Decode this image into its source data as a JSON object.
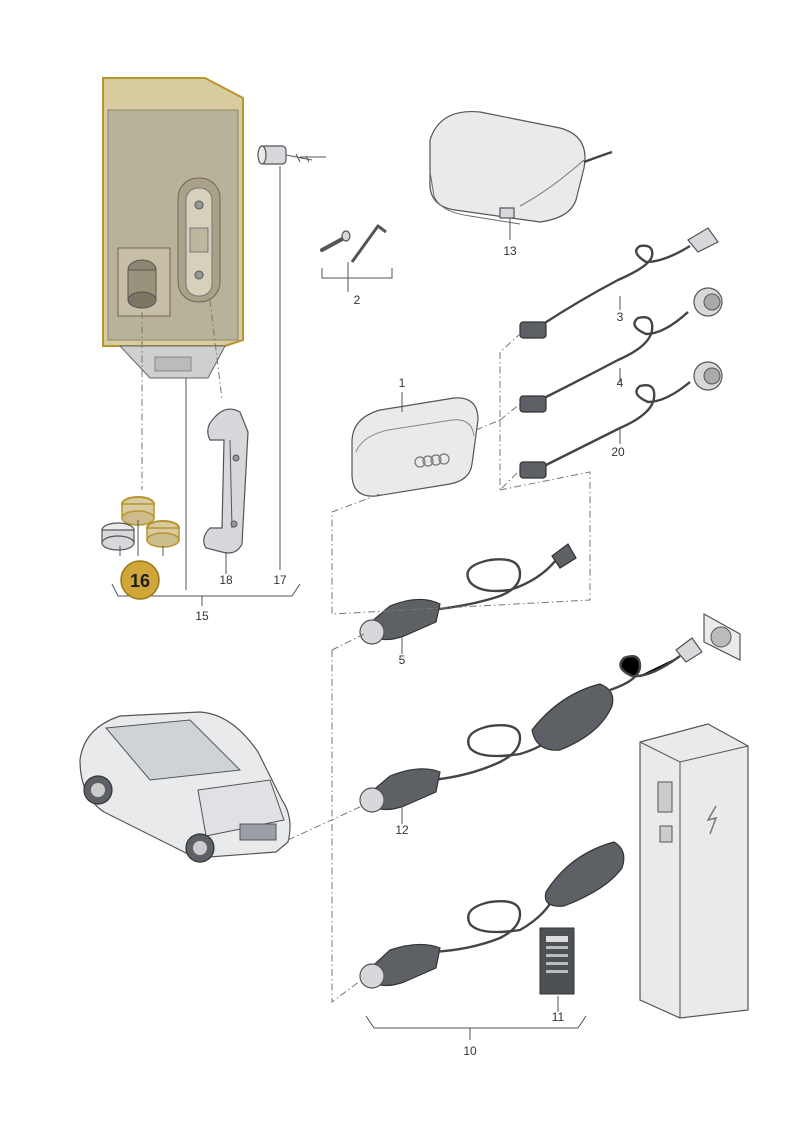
{
  "diagram": {
    "callouts": [
      {
        "id": "c1",
        "text": "1"
      },
      {
        "id": "c2",
        "text": "2"
      },
      {
        "id": "c3",
        "text": "3"
      },
      {
        "id": "c4",
        "text": "4"
      },
      {
        "id": "c5",
        "text": "5"
      },
      {
        "id": "c10",
        "text": "10"
      },
      {
        "id": "c11",
        "text": "11"
      },
      {
        "id": "c12",
        "text": "12"
      },
      {
        "id": "c13",
        "text": "13"
      },
      {
        "id": "c15",
        "text": "15"
      },
      {
        "id": "c16",
        "text": "16"
      },
      {
        "id": "c17",
        "text": "17"
      },
      {
        "id": "c18",
        "text": "18"
      },
      {
        "id": "c20",
        "text": "20"
      }
    ],
    "highlighted_part": "16",
    "colors": {
      "highlight_fill": "#d9cba0",
      "highlight_stroke": "#b8952f",
      "badge_fill": "#cfa63a",
      "line": "#555555"
    }
  }
}
